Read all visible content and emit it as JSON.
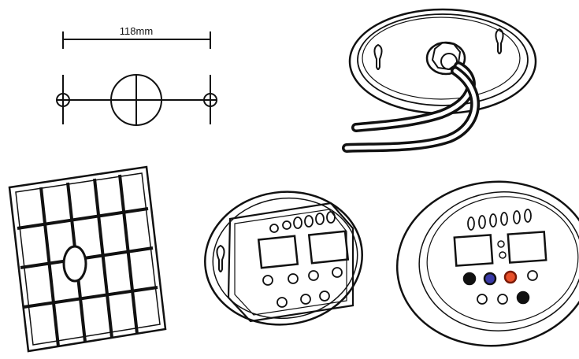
{
  "dimension": {
    "label": "118mm"
  },
  "colors": {
    "ink": "#111111",
    "indicator_blue": "#3a3aa8",
    "indicator_red": "#e8502a",
    "background": "#ffffff"
  },
  "panels": [
    "mounting-hole-template",
    "wall-mount-housing-with-cable",
    "grid-guard-cover",
    "timer-module-angled",
    "timer-module-front"
  ]
}
